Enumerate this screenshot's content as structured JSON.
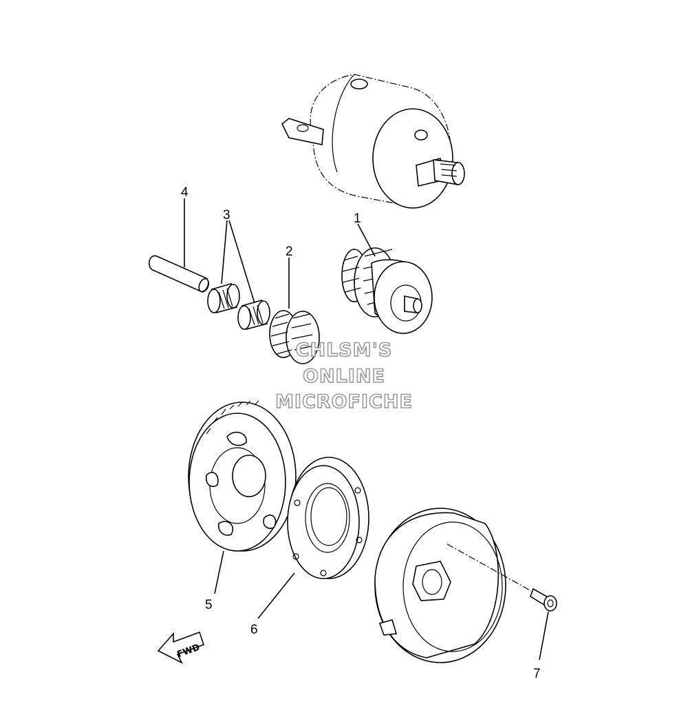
{
  "callouts": [
    "1",
    "2",
    "3",
    "4",
    "5",
    "6",
    "7"
  ],
  "watermark": {
    "line1": "CHLSM'S",
    "line2": "ONLINE",
    "line3": "MICROFICHE"
  },
  "fwd_label": "FWD"
}
